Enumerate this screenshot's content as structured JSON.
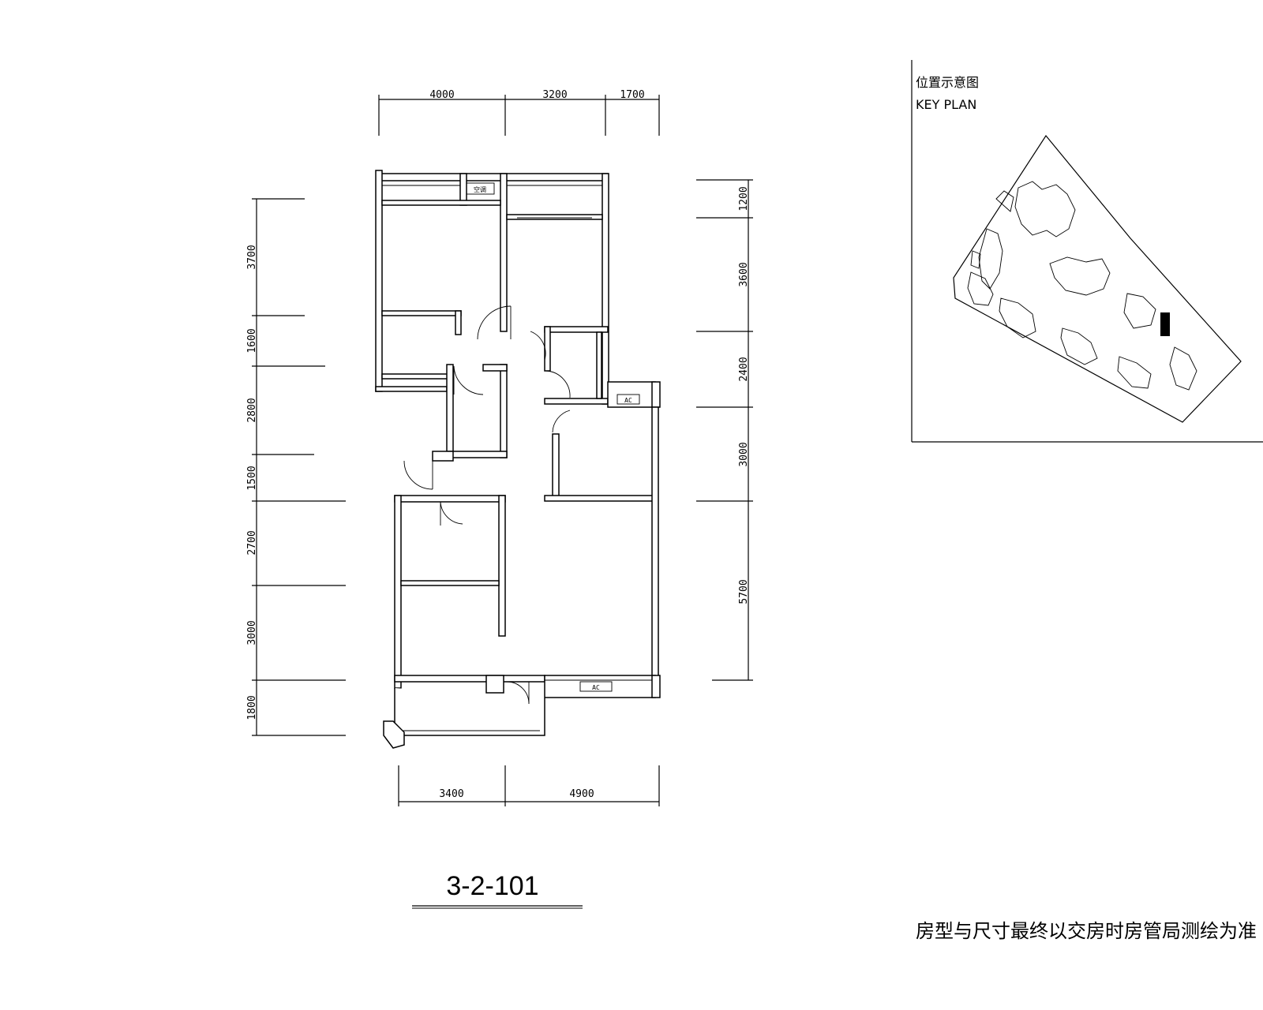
{
  "plan": {
    "unit_label": "3-2-101",
    "top_dims": [
      "4000",
      "3200",
      "1700"
    ],
    "bottom_dims": [
      "3400",
      "4900"
    ],
    "left_dims": [
      "3700",
      "1600",
      "2800",
      "1500",
      "2700",
      "3000",
      "1800"
    ],
    "right_dims": [
      "1200",
      "3600",
      "2400",
      "3000",
      "5700"
    ],
    "ac_labels": [
      "空调",
      "AC",
      "AC"
    ]
  },
  "key_plan": {
    "title_cn": "位置示意图",
    "title_en": "KEY PLAN"
  },
  "footer": {
    "note": "房型与尺寸最终以交房时房管局测绘为准"
  }
}
